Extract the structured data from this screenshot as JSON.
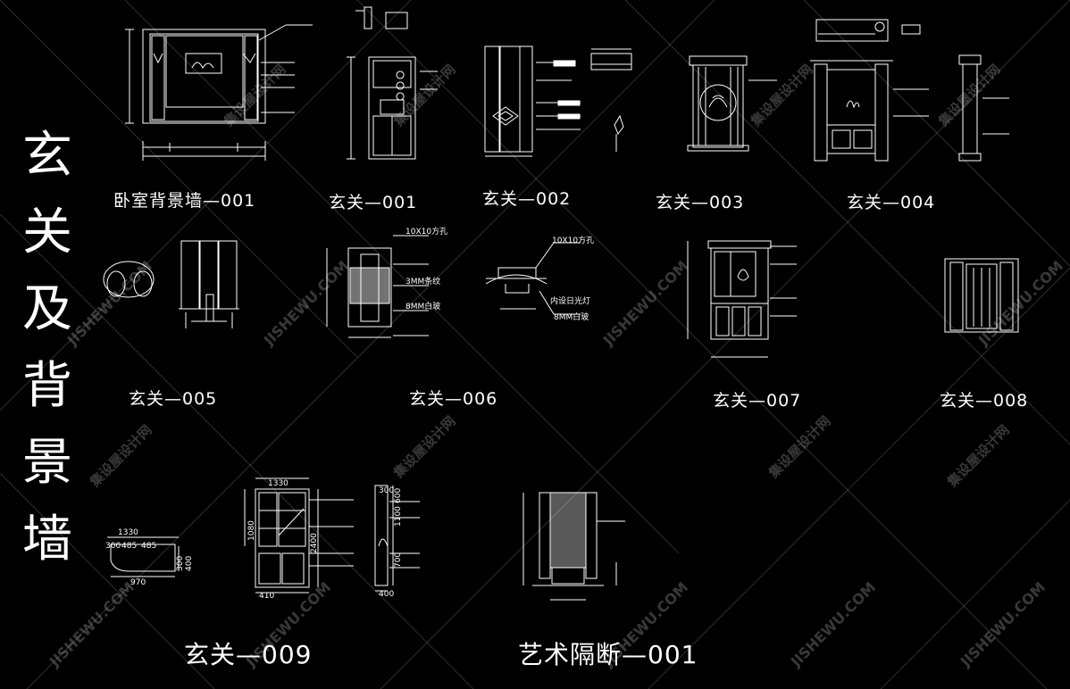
{
  "title_chars": [
    "玄",
    "关",
    "及",
    "背",
    "景",
    "墙"
  ],
  "captions": {
    "c1": "卧室背景墙—001",
    "c2": "玄关—001",
    "c3": "玄关—002",
    "c4": "玄关—003",
    "c5": "玄关—004",
    "c6": "玄关—005",
    "c7": "玄关—006",
    "c8": "玄关—007",
    "c9": "玄关—008",
    "c10": "玄关—009",
    "c11": "艺术隔断—001"
  },
  "dims": {
    "d009_top": "1330",
    "d009_plan_a": "300",
    "d009_plan_b": "485",
    "d009_plan_c": "485",
    "d009_plan_total": "1330",
    "d009_plan_right": "300",
    "d009_plan_right2": "400",
    "d009_plan_bottom": "970",
    "d009_h1": "1080",
    "d009_h2": "2400",
    "d009_bottom": "410",
    "d009_side_top": "300",
    "d009_side_1100": "1100",
    "d009_side_600": "600",
    "d009_side_700": "700",
    "d009_side_bottom": "400",
    "d006_a": "10X10方孔",
    "d006_b": "10X10方孔",
    "d006_c": "3MM条纹",
    "d006_d": "8MM白玻",
    "d006_e": "8MM白玻",
    "d006_f": "内设日光灯"
  },
  "watermarks": {
    "cn": "集设屋设计网",
    "en": "JISHEWU.COM"
  },
  "colors": {
    "background": "#000000",
    "lines": "#ffffff",
    "watermark": "rgba(255,255,255,0.22)"
  }
}
